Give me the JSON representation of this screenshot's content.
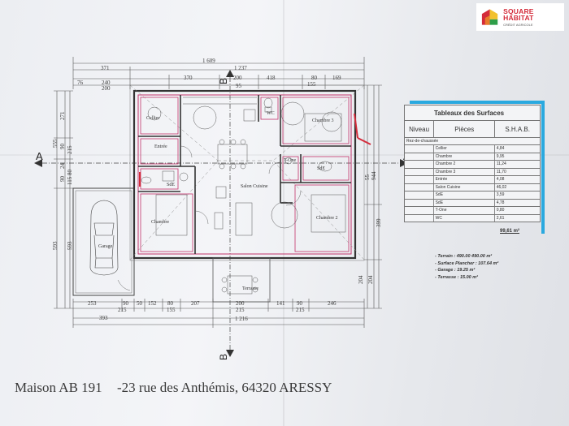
{
  "logo": {
    "name": "SQUARE HABITAT",
    "subtitle": "CRÉDIT AGRICOLE",
    "colors": {
      "red": "#d42b3a",
      "green": "#2e9e49",
      "yellow": "#f2c12e",
      "orange": "#e87a2a"
    }
  },
  "plan": {
    "rooms": {
      "cellier": "Cellier",
      "wc": "WC",
      "chambre3": "Chambre 3",
      "entree": "Entrée",
      "tone": "T-One",
      "sde1": "SdE",
      "sde2": "SdE",
      "salon": "Salon Cuisine",
      "chambre": "Chambre",
      "chambre2": "Chambre 2",
      "garage": "Garage",
      "terrasse": "Terrasse"
    },
    "top_dims": {
      "overall": "1 609",
      "row1_a": "371",
      "row1_b": "1 237",
      "row2_a": "76",
      "row2_b": "240",
      "row2_c": "370",
      "row2_d": "200",
      "row2_e": "418",
      "row2_f": "80",
      "row2_g": "169",
      "row3_a": "200",
      "row3_b": "95",
      "row3_c": "155"
    },
    "left_dims": {
      "a": "271",
      "b": "555",
      "c": "90",
      "d": "215",
      "e": "24",
      "f": "90",
      "g": "115",
      "h": "80",
      "i": "593",
      "j": "593"
    },
    "right_dims": {
      "a": "55",
      "b": "944",
      "c": "399",
      "d": "204",
      "e": "204"
    },
    "bottom_dims": {
      "a": "253",
      "b": "90",
      "c": "215",
      "d": "50",
      "e": "152",
      "f": "80",
      "g": "155",
      "h": "207",
      "i": "200",
      "j": "215",
      "k": "141",
      "l": "90",
      "m": "215",
      "n": "246",
      "o": "393",
      "p": "1 216"
    },
    "sections": {
      "a_left": "A",
      "a_right": "A",
      "b_top": "B",
      "b_bottom": "B"
    }
  },
  "surfaces": {
    "title": "Tableaux des Surfaces",
    "headers": {
      "level": "Niveau",
      "rooms": "Pièces",
      "shab": "S.H.A.B."
    },
    "level_label": "Rez-de-chaussée",
    "rows": [
      {
        "room": "Cellier",
        "area": "4,84"
      },
      {
        "room": "Chambre",
        "area": "9,95"
      },
      {
        "room": "Chambre 2",
        "area": "11,24"
      },
      {
        "room": "Chambre 3",
        "area": "11,70"
      },
      {
        "room": "Entrée",
        "area": "4,08"
      },
      {
        "room": "Salon Cuisine",
        "area": "46,02"
      },
      {
        "room": "SdE",
        "area": "3,59"
      },
      {
        "room": "SdE",
        "area": "4,78"
      },
      {
        "room": "T-One",
        "area": "0,80"
      },
      {
        "room": "WC",
        "area": "2,61"
      }
    ],
    "total": "99,61 m²",
    "summary": [
      "- Terrain : 490.00  490.00 m²",
      "- Surface Plancher : 107.64 m²",
      "- Garage : 19.25 m²",
      "- Terrasse : 15.00 m²"
    ],
    "accent_color": "#2aa9df"
  },
  "address": {
    "lot": "Maison AB 191",
    "street": "-23 rue des Anthémis, 64320 ARESSY"
  }
}
